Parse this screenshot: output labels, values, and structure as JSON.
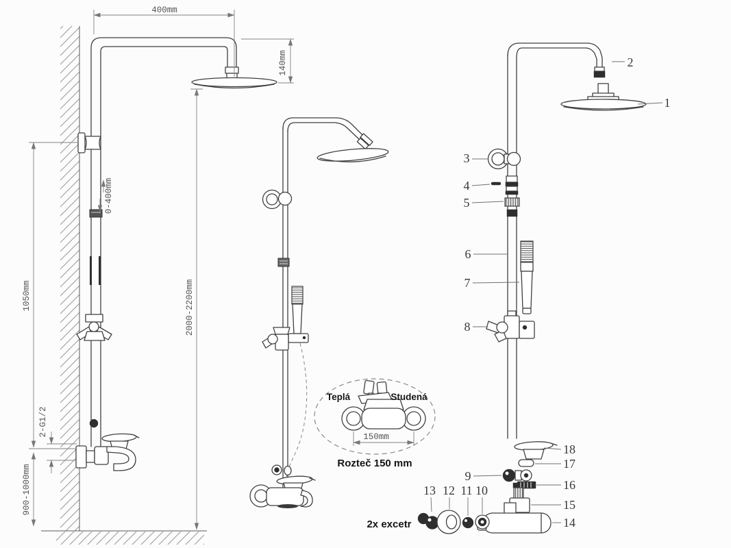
{
  "diagram": {
    "left": {
      "dim_width_top": "400mm",
      "dim_head_height": "140mm",
      "dim_bracket_height": "1050mm",
      "dim_total_height": "2000-2200mm",
      "dim_adjust_range": "0-400mm",
      "dim_thread": "2-G1/2",
      "dim_mixer_height": "900-1000mm"
    },
    "detail": {
      "hot_label": "Teplá",
      "cold_label": "Studená",
      "dim_spacing": "150mm",
      "caption": "Rozteč 150 mm"
    },
    "right": {
      "callouts": [
        "1",
        "2",
        "3",
        "4",
        "5",
        "6",
        "7",
        "8",
        "9",
        "10",
        "11",
        "12",
        "13",
        "14",
        "15",
        "16",
        "17",
        "18"
      ],
      "note": "2x excetr"
    }
  }
}
